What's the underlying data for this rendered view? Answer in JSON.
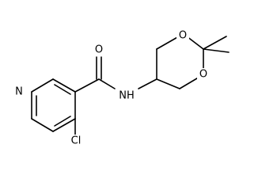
{
  "structure": {
    "atom_labels": {
      "carbonyl_oxygen": "O",
      "amide_nitrogen": "NH",
      "pyridine_nitrogen": "N",
      "chlorine": "Cl",
      "ring_oxygen_top": "O",
      "ring_oxygen_bottom": "O"
    }
  }
}
